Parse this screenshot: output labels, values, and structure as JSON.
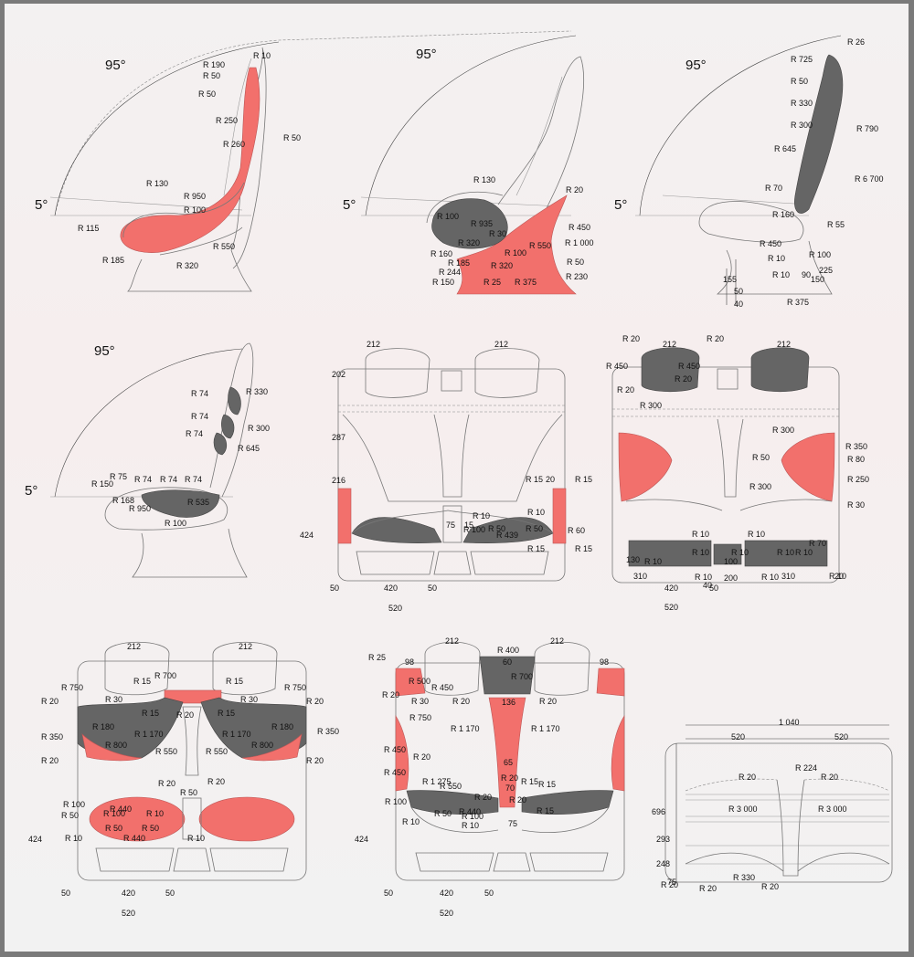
{
  "angles": {
    "p1": [
      "95°",
      "5°"
    ],
    "p2": [
      "95°",
      "5°"
    ],
    "p3": [
      "95°",
      "5°"
    ],
    "p4": [
      "95°",
      "5°"
    ]
  },
  "labels": {
    "p1": [
      "R 10",
      "R 190",
      "R 50",
      "R 50",
      "R 250",
      "R 260",
      "R 50",
      "R 130",
      "R 950",
      "R 100",
      "R 115",
      "R 550",
      "R 185",
      "R 320"
    ],
    "p2": [
      "R 130",
      "R 20",
      "R 100",
      "R 935",
      "R 30",
      "R 450",
      "R 320",
      "R 1 000",
      "R 100",
      "R 550",
      "R 160",
      "R 185",
      "R 320",
      "R 50",
      "R 244",
      "R 230",
      "R 150",
      "R 25",
      "R 375"
    ],
    "p3": [
      "R 26",
      "R 725",
      "R 50",
      "R 330",
      "R 300",
      "R 790",
      "R 645",
      "R 6 700",
      "R 70",
      "R 160",
      "R 55",
      "R 450",
      "R 10",
      "R 100",
      "R 10",
      "R 375",
      "155",
      "50",
      "40",
      "90",
      "150",
      "225"
    ],
    "p4": [
      "R 330",
      "R 74",
      "R 74",
      "R 300",
      "R 74",
      "R 645",
      "R 75",
      "R 74",
      "R 74",
      "R 74",
      "R 150",
      "R 168",
      "R 535",
      "R 950",
      "R 100"
    ],
    "p5": [
      "212",
      "212",
      "202",
      "287",
      "216",
      "424",
      "R 15",
      "20",
      "R 15",
      "R 10",
      "R 10",
      "75",
      "15",
      "R 100",
      "R 50",
      "R 50",
      "R 439",
      "R 60",
      "R 15",
      "R 15",
      "50",
      "420",
      "50",
      "520"
    ],
    "p6": [
      "R 20",
      "212",
      "R 20",
      "212",
      "R 450",
      "R 450",
      "R 20",
      "R 20",
      "R 300",
      "R 300",
      "R 350",
      "R 50",
      "R 80",
      "R 250",
      "R 300",
      "R 30",
      "R 10",
      "R 10",
      "R 70",
      "R 10",
      "R 10",
      "R 10",
      "R 10",
      "130",
      "R 10",
      "R 10",
      "310",
      "100",
      "200",
      "310",
      "R 10",
      "R 10",
      "20",
      "40",
      "420",
      "50",
      "520"
    ],
    "p7": [
      "212",
      "212",
      "R 750",
      "R 750",
      "R 700",
      "R 15",
      "R 15",
      "R 20",
      "R 30",
      "R 30",
      "R 20",
      "R 180",
      "R 15",
      "R 20",
      "R 15",
      "R 180",
      "R 350",
      "R 1 170",
      "R 1 170",
      "R 350",
      "R 800",
      "R 800",
      "R 550",
      "R 550",
      "R 20",
      "R 20",
      "R 20",
      "R 50",
      "R 20",
      "R 100",
      "R 440",
      "R 10",
      "R 50",
      "R 100",
      "R 50",
      "R 50",
      "R 440",
      "R 10",
      "R 10",
      "424",
      "50",
      "420",
      "50",
      "520"
    ],
    "p8": [
      "R 25",
      "98",
      "212",
      "R 400",
      "212",
      "98",
      "60",
      "R 500",
      "R 450",
      "R 700",
      "R 20",
      "R 30",
      "R 20",
      "136",
      "R 20",
      "R 750",
      "R 1 170",
      "R 1 170",
      "R 450",
      "R 20",
      "65",
      "R 450",
      "R 1 275",
      "R 20",
      "R 15",
      "R 550",
      "70",
      "R 15",
      "R 100",
      "R 20",
      "R 20",
      "R 50",
      "R 440",
      "R 15",
      "R 10",
      "R 100",
      "R 10",
      "75",
      "424",
      "50",
      "420",
      "50",
      "520"
    ],
    "p9": [
      "1 040",
      "520",
      "520",
      "R 20",
      "R 224",
      "R 20",
      "696",
      "R 3 000",
      "R 3 000",
      "293",
      "248",
      "75",
      "R 330",
      "R 20",
      "R 20",
      "R 20"
    ]
  }
}
